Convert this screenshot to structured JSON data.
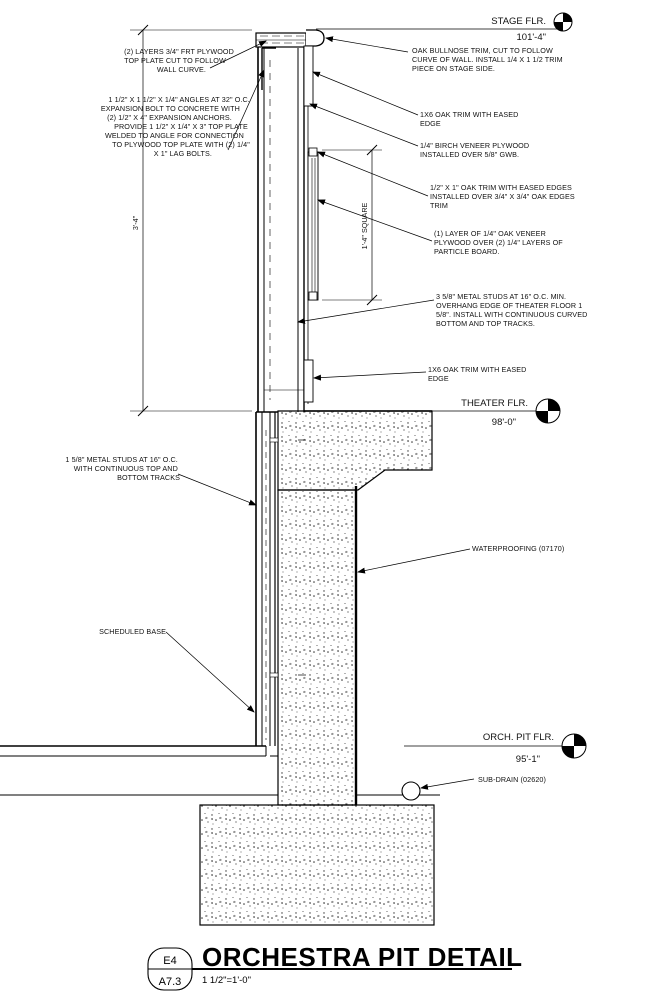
{
  "levels": {
    "stage": {
      "label": "STAGE FLR.",
      "elev": "101'-4\""
    },
    "theater": {
      "label": "THEATER FLR.",
      "elev": "98'-0\""
    },
    "orch": {
      "label": "ORCH. PIT FLR.",
      "elev": "95'-1\""
    }
  },
  "dimensions": {
    "overall_height": "3'-4\"",
    "panel_square": "1'-4\" SQUARE"
  },
  "notes": {
    "plywood_top_plate": [
      "(2) LAYERS 3/4\" FRT PLYWOOD",
      "TOP PLATE CUT TO FOLLOW",
      "WALL CURVE."
    ],
    "angles": [
      "1 1/2\" X 1 1/2\" X 1/4\" ANGLES AT 32\" O.C.",
      "EXPANSION BOLT TO CONCRETE WITH",
      "(2) 1/2\" X 4\" EXPANSION ANCHORS.",
      "PROVIDE 1 1/2\" X 1/4\" X 3\" TOP PLATE",
      "WELDED TO ANGLE FOR CONNECTION",
      "TO PLYWOOD TOP PLATE WITH (2) 1/4\"",
      "X 1\" LAG BOLTS."
    ],
    "bullnose": [
      "OAK BULLNOSE TRIM, CUT TO FOLLOW",
      "CURVE OF WALL.  INSTALL 1/4 X 1 1/2 TRIM",
      "PIECE ON STAGE SIDE."
    ],
    "trim_top": [
      "1X6 OAK TRIM WITH EASED",
      "EDGE"
    ],
    "birch": [
      "1/4\" BIRCH VENEER PLYWOOD",
      "INSTALLED OVER 5/8\" GWB."
    ],
    "oak_half_trim": [
      "1/2\" X 1\" OAK TRIM WITH EASED EDGES",
      "INSTALLED OVER 3/4\" X 3/4\" OAK EDGES",
      "TRIM"
    ],
    "oak_veneer": [
      "(1) LAYER OF 1/4\" OAK VENEER",
      "PLYWOOD OVER (2) 1/4\" LAYERS OF",
      "PARTICLE BOARD."
    ],
    "metal_studs_upper": [
      "3 5/8\" METAL STUDS AT 16\" O.C. MIN.",
      "OVERHANG EDGE OF THEATER FLOOR 1",
      "5/8\".  INSTALL WITH CONTINUOUS CURVED",
      "BOTTOM AND TOP TRACKS."
    ],
    "trim_bottom": [
      "1X6 OAK TRIM WITH EASED",
      "EDGE"
    ],
    "metal_studs_lower": [
      "1 5/8\" METAL STUDS AT 16\" O.C.",
      "WITH CONTINUOUS TOP AND",
      "BOTTOM TRACKS"
    ],
    "waterproofing": [
      "WATERPROOFING (07170)"
    ],
    "base": [
      "SCHEDULED BASE"
    ],
    "subdrain": [
      "SUB-DRAIN (02620)"
    ]
  },
  "title_block": {
    "title": "ORCHESTRA PIT DETAIL",
    "detail_no": "E4",
    "sheet": "A7.3",
    "scale": "1 1/2\"=1'-0\""
  }
}
